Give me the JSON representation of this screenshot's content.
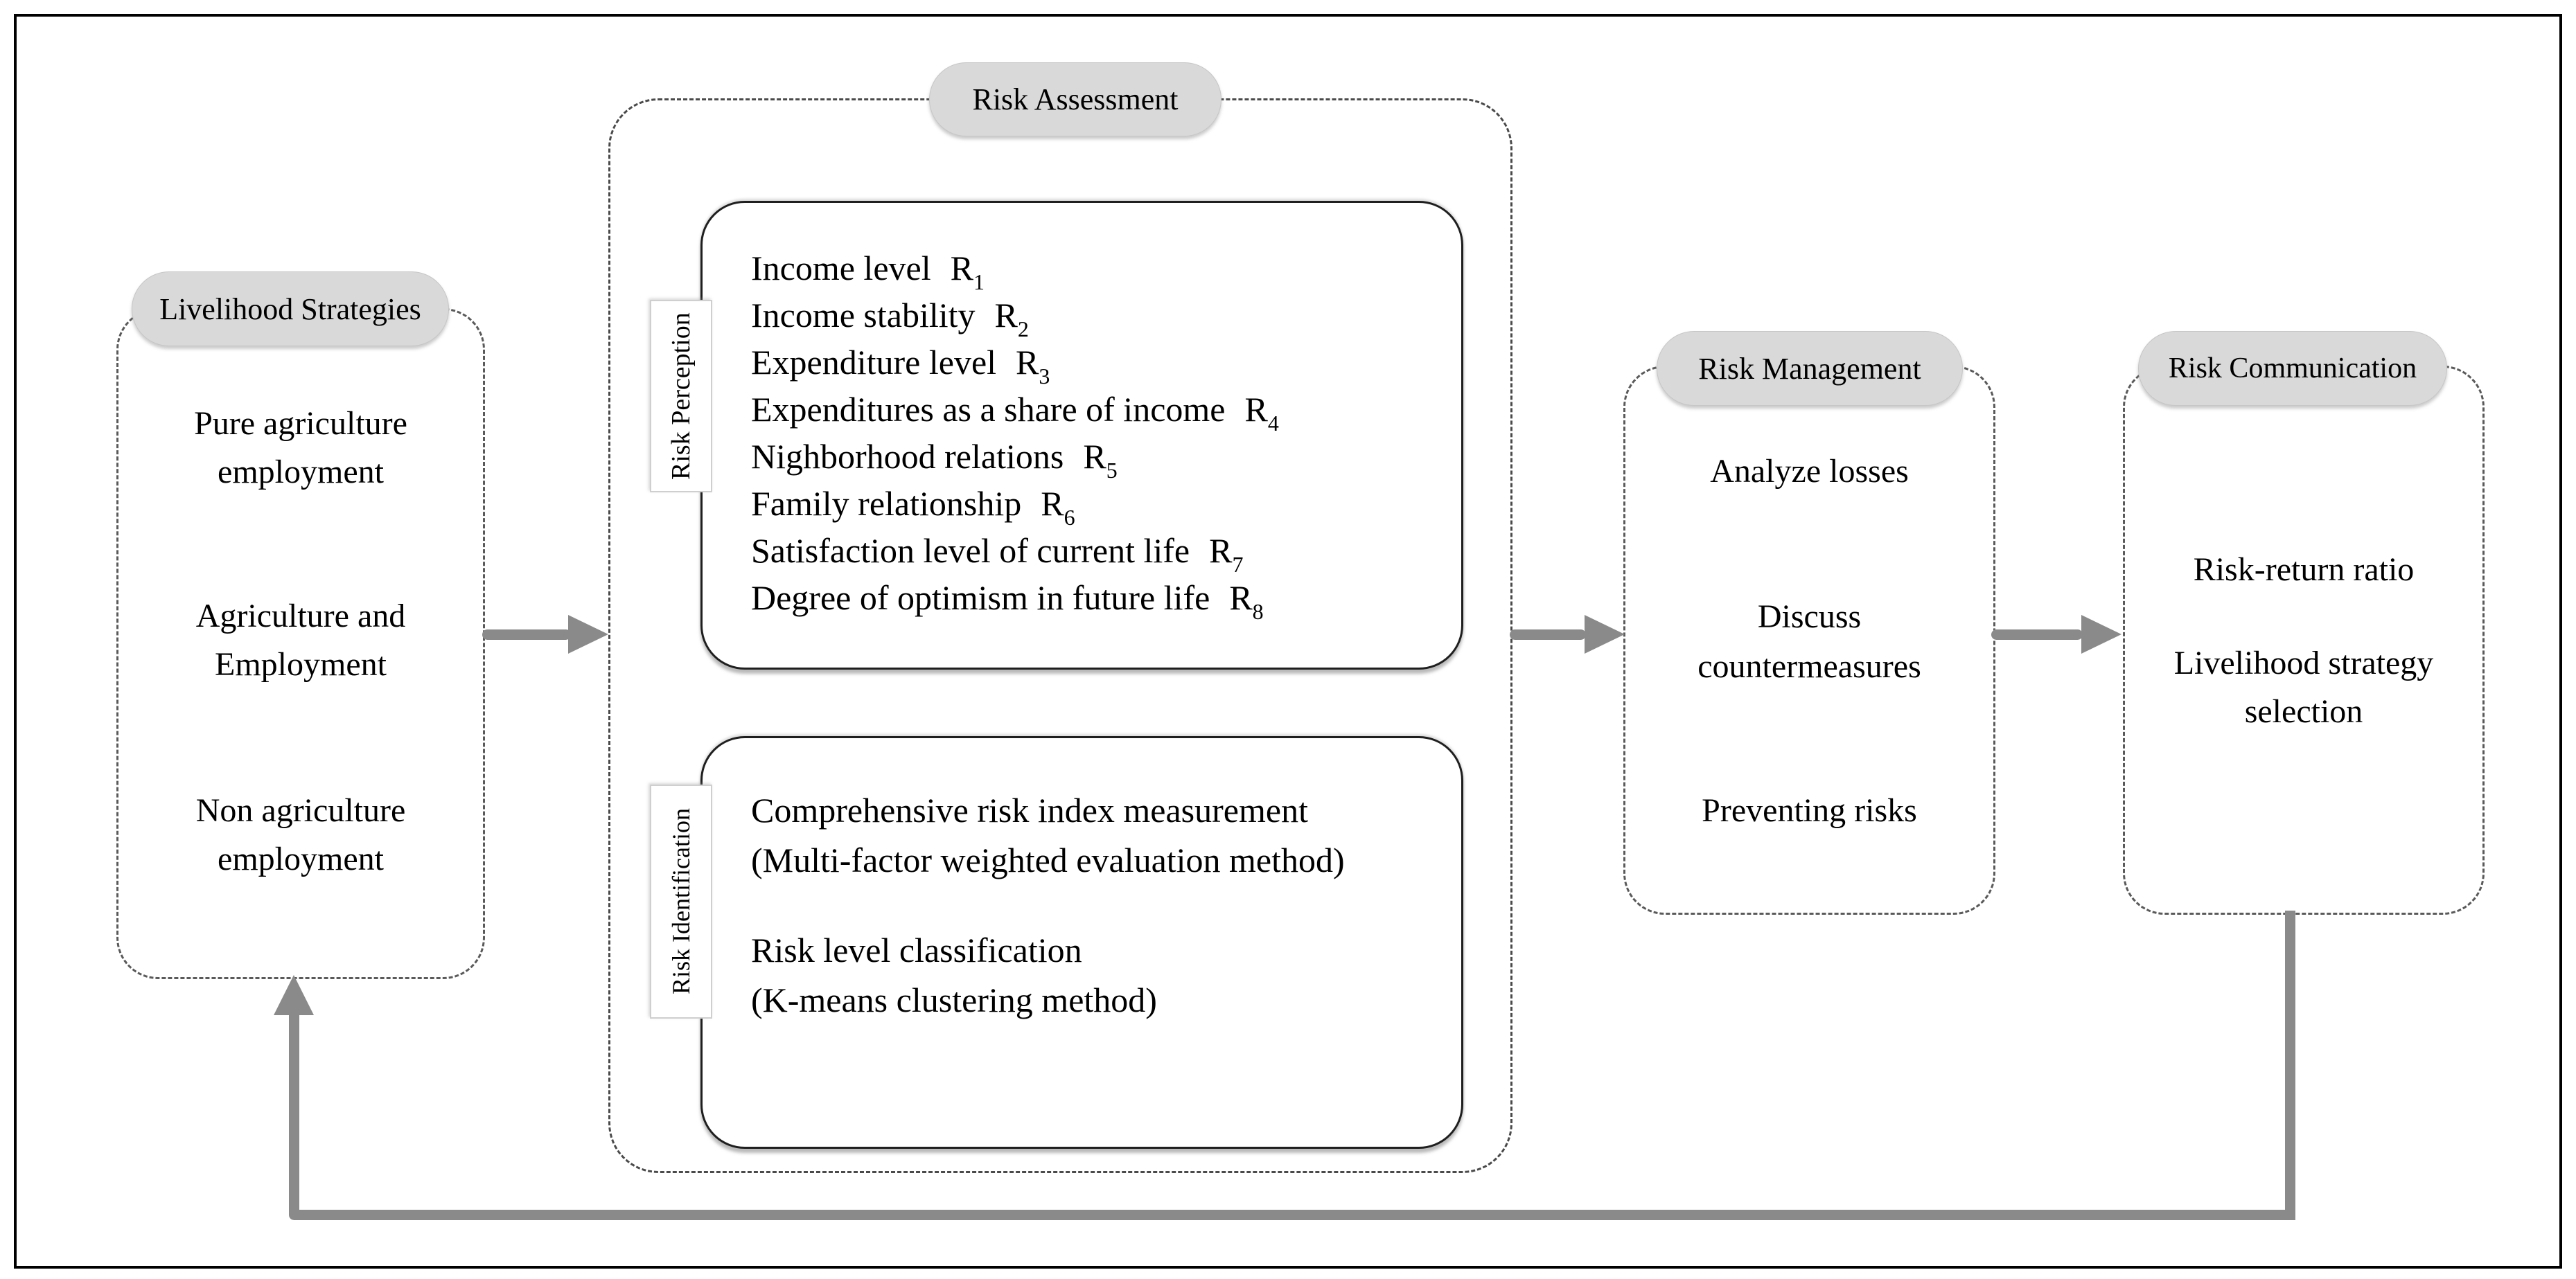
{
  "colors": {
    "arrow": "#8a8a8a",
    "pill_bg": "#d9d9d9",
    "box_border": "#1f1f1f",
    "dash_border": "#5a5a5a"
  },
  "livelihood": {
    "title": "Livelihood Strategies",
    "items": [
      "Pure agriculture\nemployment",
      "Agriculture and\nEmployment",
      "Non agriculture\nemployment"
    ]
  },
  "assessment": {
    "title": "Risk Assessment",
    "perception": {
      "side_label": "Risk Perception",
      "items": [
        {
          "label": "Income level",
          "sym": "R",
          "sub": "1"
        },
        {
          "label": "Income stability",
          "sym": "R",
          "sub": "2"
        },
        {
          "label": "Expenditure level",
          "sym": "R",
          "sub": "3"
        },
        {
          "label": "Expenditures as a share of income",
          "sym": "R",
          "sub": "4"
        },
        {
          "label": "Nighborhood relations",
          "sym": "R",
          "sub": "5"
        },
        {
          "label": "Family relationship",
          "sym": "R",
          "sub": "6"
        },
        {
          "label": "Satisfaction level of current life",
          "sym": "R",
          "sub": "7"
        },
        {
          "label": "Degree of optimism in future life",
          "sym": "R",
          "sub": "8"
        }
      ]
    },
    "identification": {
      "side_label": "Risk Identification",
      "lines": [
        "Comprehensive risk index measurement",
        "(Multi-factor weighted evaluation method)",
        "Risk level classification",
        "(K-means clustering method)"
      ]
    }
  },
  "management": {
    "title": "Risk Management",
    "items": [
      "Analyze losses",
      "Discuss\ncountermeasures",
      "Preventing risks"
    ]
  },
  "communication": {
    "title": "Risk Communication",
    "items": [
      "Risk-return ratio",
      "Livelihood strategy\nselection"
    ]
  }
}
